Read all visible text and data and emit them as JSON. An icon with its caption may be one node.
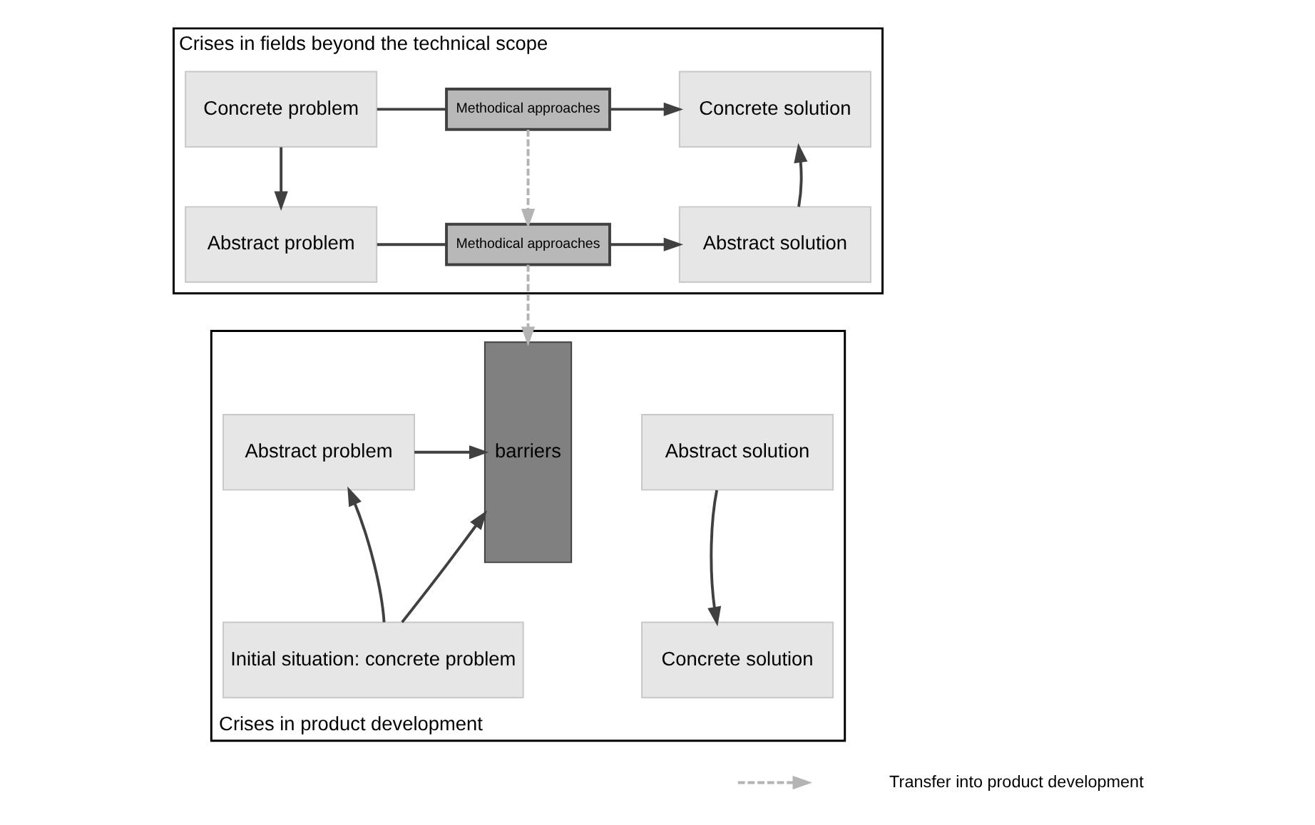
{
  "diagram": {
    "nodes": [
      {
        "text": [
          "Crises in fields beyond the technical scope"
        ]
      },
      {
        "text": [
          "Concrete problem"
        ],
        "in": 0
      },
      {
        "text": [
          "Methodical approaches"
        ],
        "in": 0
      },
      {
        "text": [
          "Concrete solution"
        ],
        "in": 0
      },
      {
        "text": [
          "Abstract problem"
        ],
        "in": 0
      },
      {
        "text": [
          "Methodical approaches"
        ],
        "in": 0
      },
      {
        "text": [
          "Abstract solution"
        ],
        "in": 0
      },
      {
        "text": [
          "Crises in product development"
        ]
      },
      {
        "text": [
          "Abstract problem"
        ],
        "in": 7
      },
      {
        "text": [
          "barriers"
        ],
        "in": 7
      },
      {
        "text": [
          "Abstract solution"
        ],
        "in": 7
      },
      {
        "text": [
          "Initial situation: concrete problem"
        ],
        "in": 7
      },
      {
        "text": [
          "Concrete solution"
        ],
        "in": 7
      }
    ],
    "edges": [
      {
        "from": 1,
        "to": 2,
        "arrow": "none"
      },
      {
        "from": 2,
        "to": 3,
        "arrow": "to"
      },
      {
        "from": 1,
        "to": 4,
        "arrow": "to"
      },
      {
        "from": 4,
        "to": 5,
        "arrow": "none"
      },
      {
        "from": 5,
        "to": 6,
        "arrow": "to"
      },
      {
        "from": 6,
        "to": 3,
        "arrow": "to"
      },
      {
        "from": 2,
        "to": 5,
        "arrow": "to",
        "style": "dashed",
        "color": "#b4b4b4"
      },
      {
        "from": 5,
        "to": 9,
        "arrow": "to",
        "style": "dashed",
        "color": "#b4b4b4"
      },
      {
        "from": 8,
        "to": 9,
        "arrow": "to"
      },
      {
        "from": 11,
        "to": 8,
        "arrow": "to"
      },
      {
        "from": 11,
        "to": 9,
        "arrow": "to"
      },
      {
        "from": 10,
        "to": 12,
        "arrow": "to"
      }
    ],
    "legend": [
      {
        "text": "Transfer into product development"
      }
    ]
  }
}
